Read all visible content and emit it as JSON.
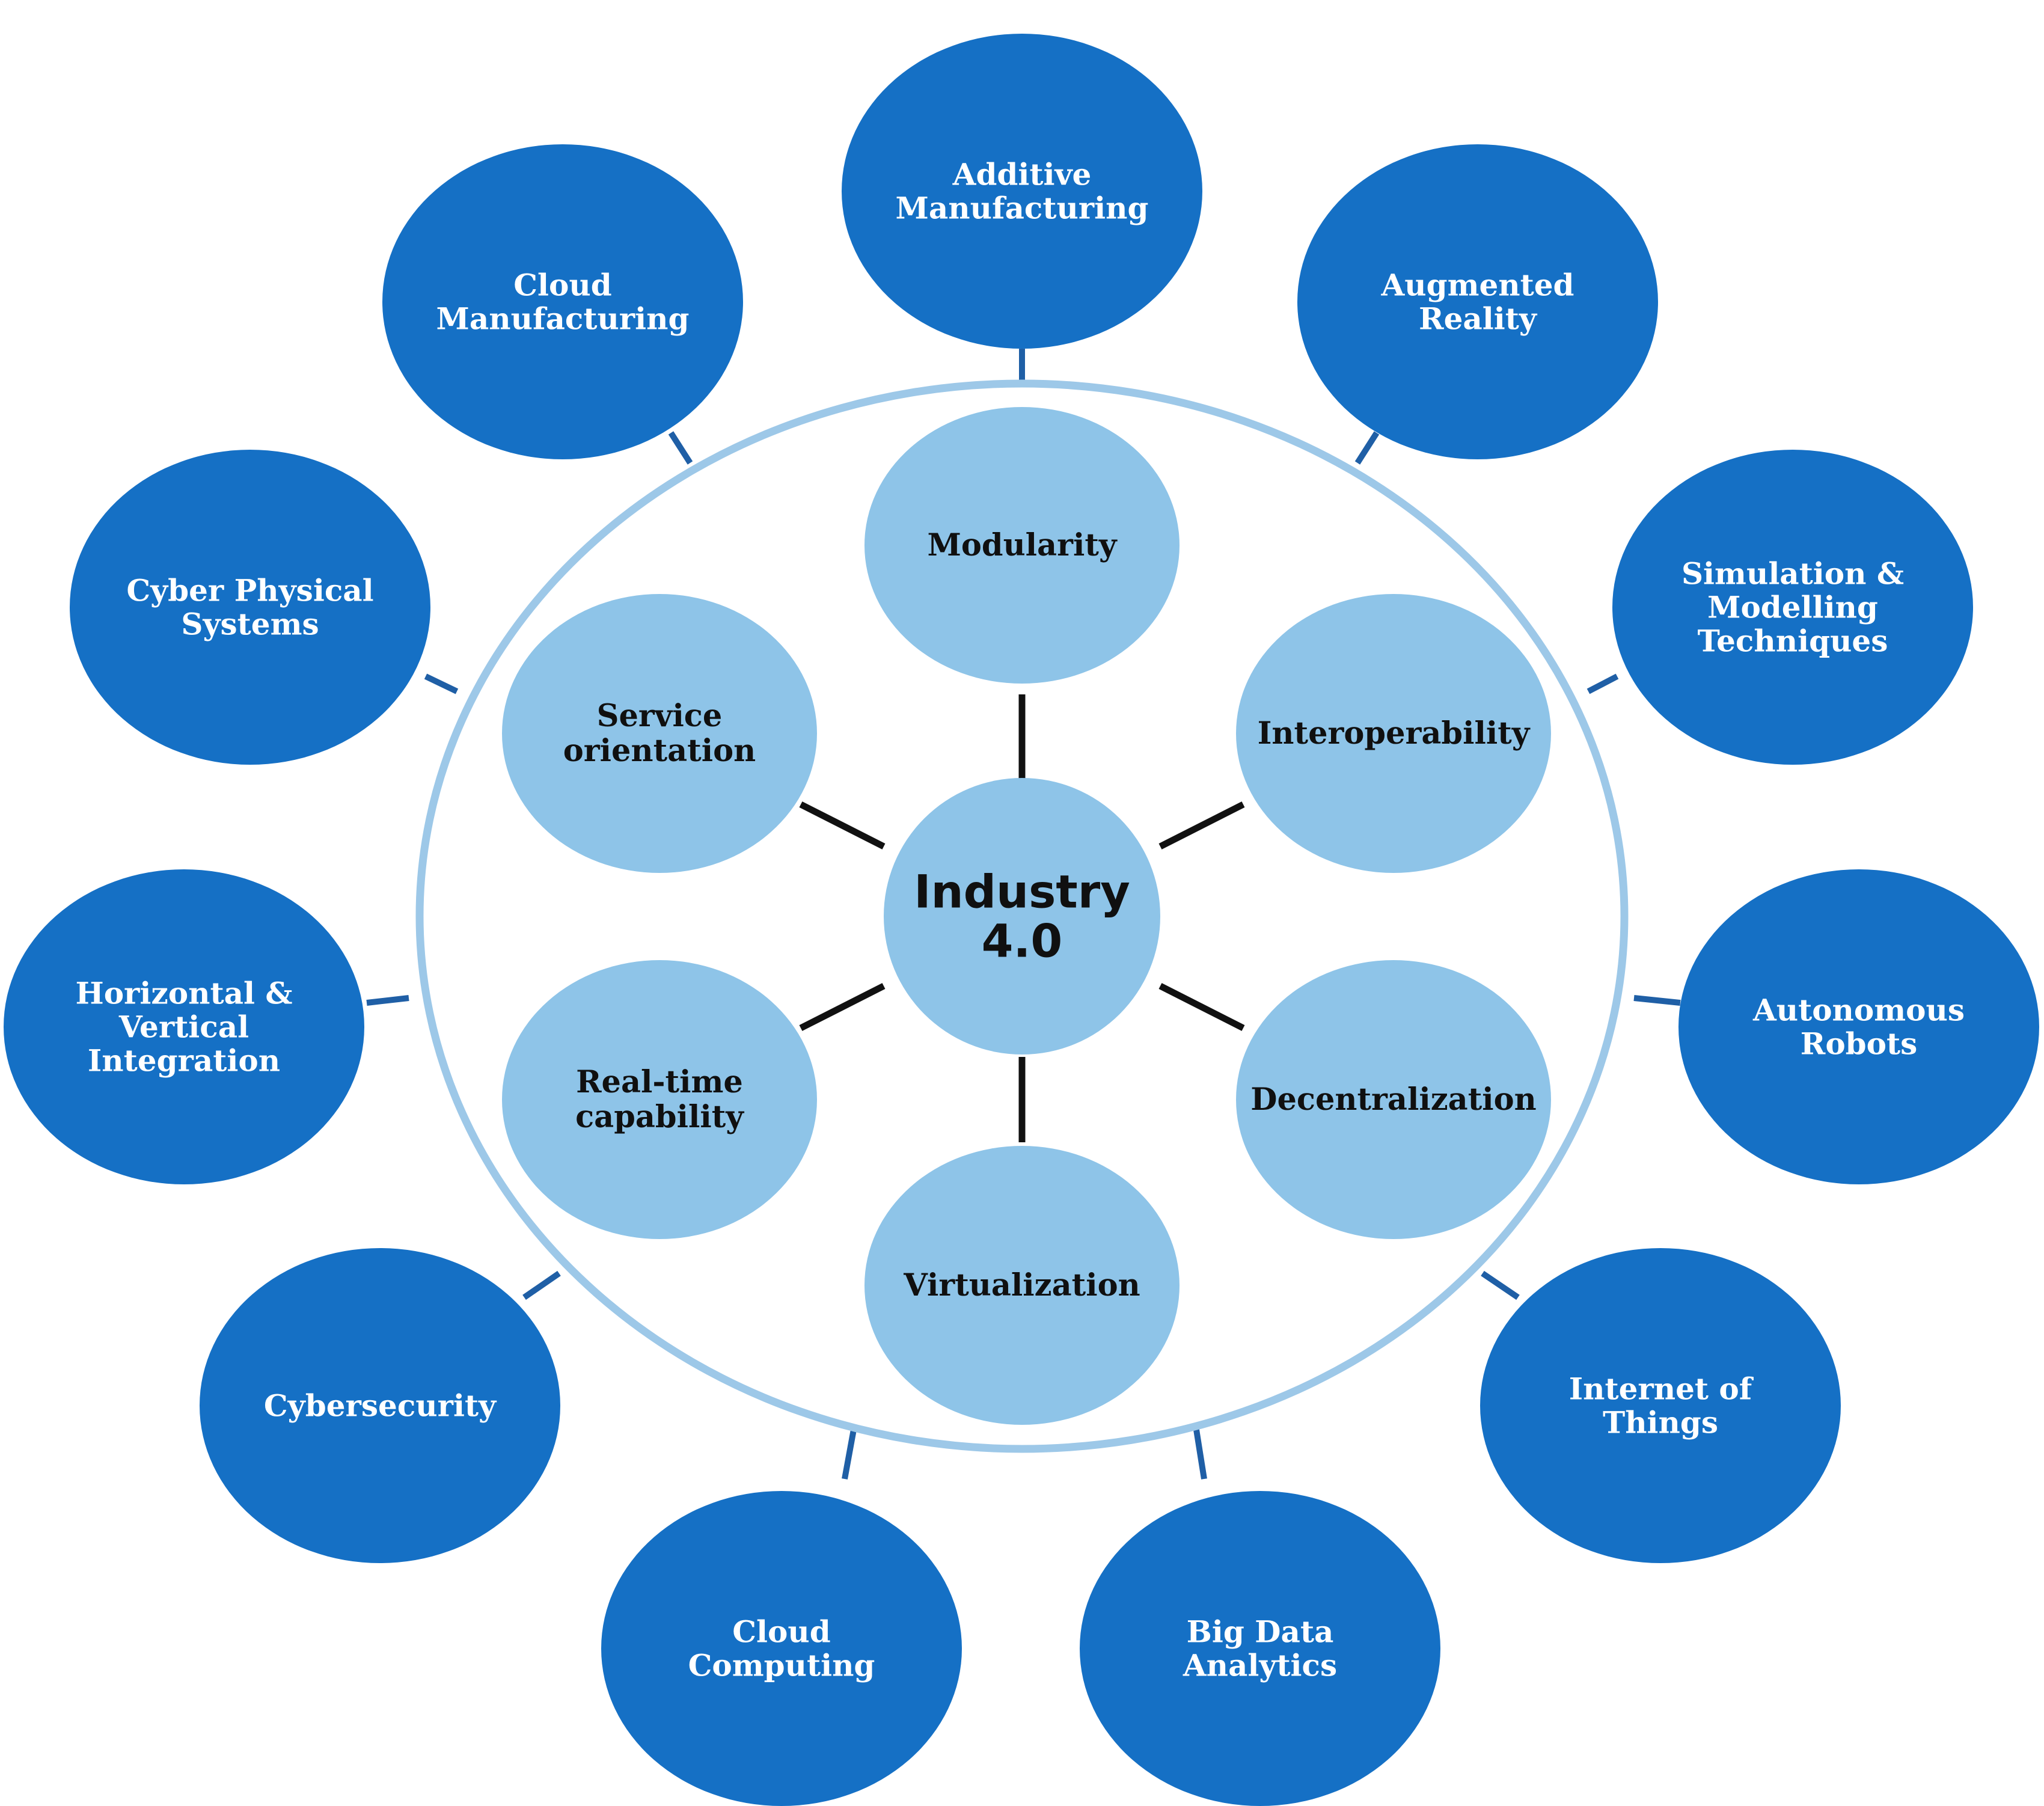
{
  "center": {
    "label_lines": [
      "Industry",
      "4.0"
    ]
  },
  "design_principles": [
    {
      "id": "modularity",
      "label_lines": [
        "Modularity"
      ]
    },
    {
      "id": "interoperability",
      "label_lines": [
        "Interoperability"
      ]
    },
    {
      "id": "decentralization",
      "label_lines": [
        "Decentralization"
      ]
    },
    {
      "id": "virtualization",
      "label_lines": [
        "Virtualization"
      ]
    },
    {
      "id": "real-time-capability",
      "label_lines": [
        "Real-time",
        "capability"
      ]
    },
    {
      "id": "service-orientation",
      "label_lines": [
        "Service",
        "orientation"
      ]
    }
  ],
  "technologies": [
    {
      "id": "additive-manufacturing",
      "label_lines": [
        "Additive",
        "Manufacturing"
      ]
    },
    {
      "id": "augmented-reality",
      "label_lines": [
        "Augmented",
        "Reality"
      ]
    },
    {
      "id": "simulation-modelling",
      "label_lines": [
        "Simulation &",
        "Modelling",
        "Techniques"
      ]
    },
    {
      "id": "autonomous-robots",
      "label_lines": [
        "Autonomous",
        "Robots"
      ]
    },
    {
      "id": "internet-of-things",
      "label_lines": [
        "Internet of",
        "Things"
      ]
    },
    {
      "id": "big-data-analytics",
      "label_lines": [
        "Big Data",
        "Analytics"
      ]
    },
    {
      "id": "cloud-computing",
      "label_lines": [
        "Cloud",
        "Computing"
      ]
    },
    {
      "id": "cybersecurity",
      "label_lines": [
        "Cybersecurity"
      ]
    },
    {
      "id": "horizontal-vertical-integration",
      "label_lines": [
        "Horizontal &",
        "Vertical",
        "Integration"
      ]
    },
    {
      "id": "cyber-physical-systems",
      "label_lines": [
        "Cyber Physical",
        "Systems"
      ]
    },
    {
      "id": "cloud-manufacturing",
      "label_lines": [
        "Cloud",
        "Manufacturing"
      ]
    }
  ],
  "colors": {
    "outer_node": "#1570c5",
    "inner_node": "#8ec4e8",
    "ring": "#9dc8e8",
    "inner_link": "#111111",
    "outer_link": "#1f5fa6"
  }
}
